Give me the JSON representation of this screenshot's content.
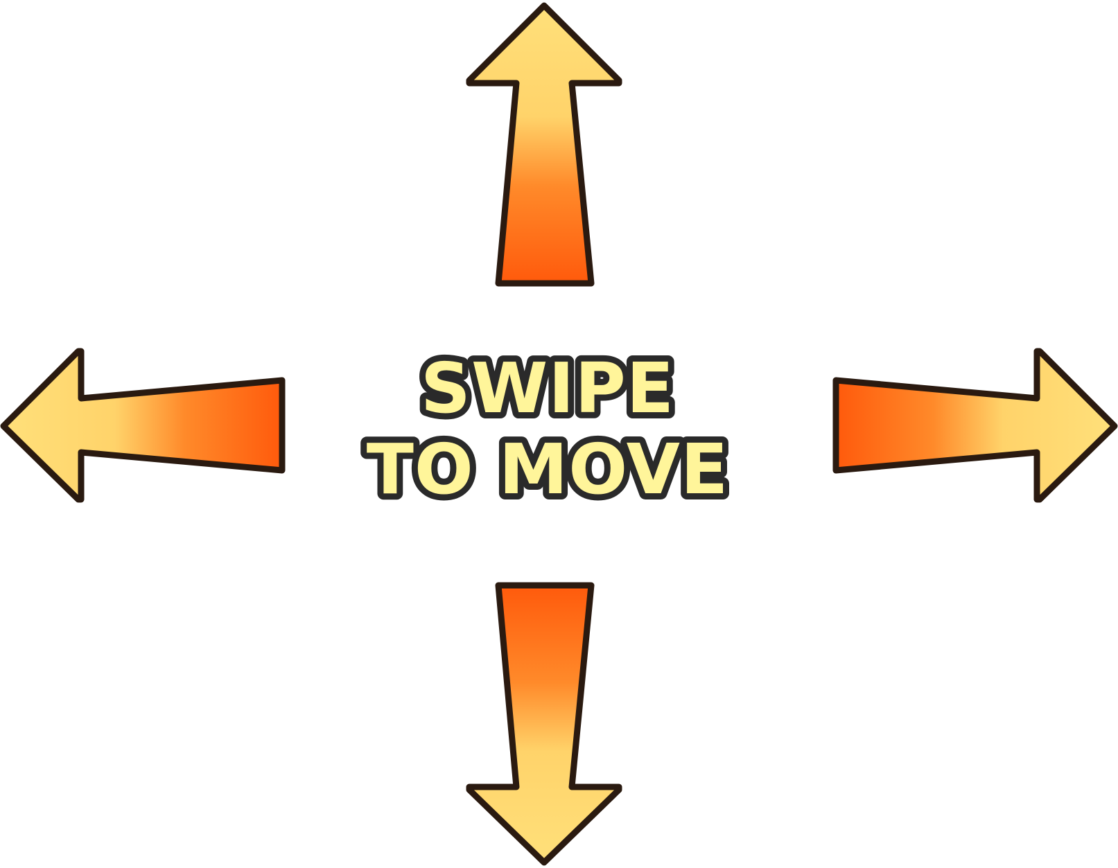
{
  "instruction": {
    "line1": "SWIPE",
    "line2": "TO MOVE"
  },
  "arrows": [
    {
      "direction": "up",
      "icon": "arrow-up-icon"
    },
    {
      "direction": "left",
      "icon": "arrow-left-icon"
    },
    {
      "direction": "right",
      "icon": "arrow-right-icon"
    },
    {
      "direction": "down",
      "icon": "arrow-down-icon"
    }
  ],
  "colors": {
    "background": "#ffffff",
    "arrow_tip": "#ffe07a",
    "arrow_mid": "#ffd36a",
    "arrow_tail": "#ff5a0c",
    "arrow_outline": "#2a1a10",
    "text_fill": "#fff59a",
    "text_outline": "#2a2a2a"
  }
}
